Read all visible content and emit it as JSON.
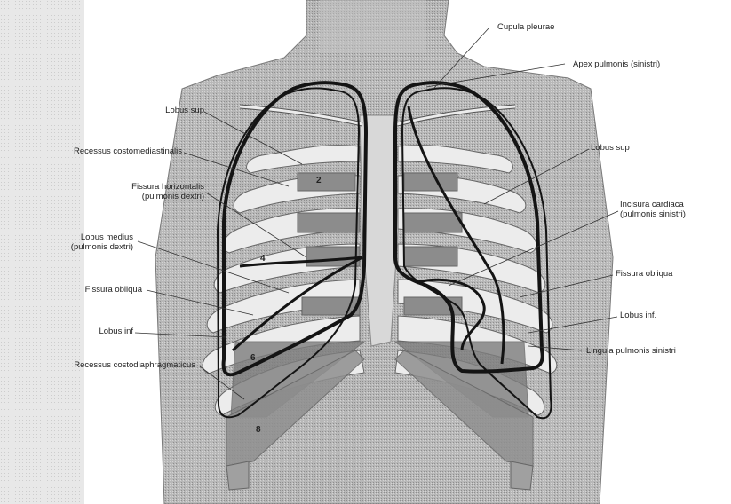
{
  "labels": {
    "cupula_pleurae": "Cupula pleurae",
    "apex_pulmonis": "Apex pulmonis (sinistri)",
    "lobus_sup_right": "Lobus sup",
    "lobus_sup_left": "Lobus sup",
    "recessus_costomediastinalis": "Recessus costomediastinalis",
    "fissura_horizontalis_1": "Fissura horizontalis",
    "fissura_horizontalis_2": "(pulmonis dextri)",
    "incisura_cardiaca_1": "Incisura cardiaca",
    "incisura_cardiaca_2": "(pulmonis sinistri)",
    "lobus_medius_1": "Lobus medius",
    "lobus_medius_2": "(pulmonis dextri)",
    "fissura_obliqua_right": "Fissura obliqua",
    "fissura_obliqua_left": "Fissura obliqua",
    "lobus_inf_right": "Lobus inf",
    "lobus_inf_left": "Lobus inf.",
    "lingula": "Lingula pulmonis sinistri",
    "recessus_costodiaphragmaticus": "Recessus costodiaphragmaticus"
  },
  "rib_numbers": {
    "n2": "2",
    "n4": "4",
    "n6": "6",
    "n8": "8"
  },
  "colors": {
    "body_gray": "#b4b4b4",
    "rib_light": "#ededed",
    "rib_dark": "#8c8c8c",
    "outline": "#141414",
    "leader": "#333333"
  }
}
